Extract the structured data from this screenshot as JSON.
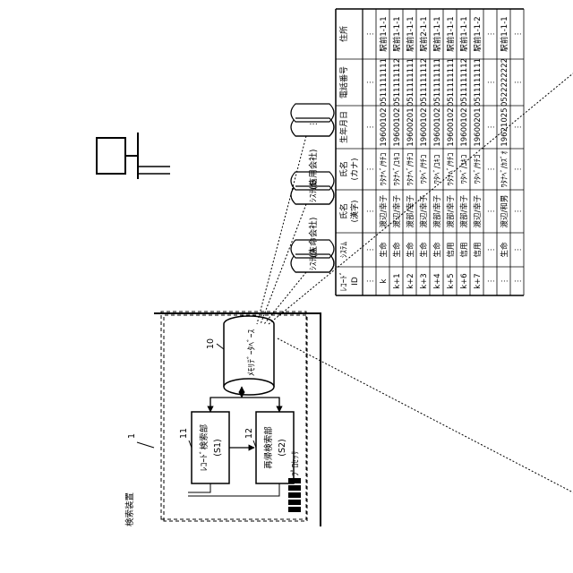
{
  "device": {
    "label": "検索装置",
    "ref": "1"
  },
  "memory_db": {
    "label": "ﾒﾓﾘﾃﾞｰﾀﾍﾞｰｽ",
    "ref": "10"
  },
  "record_search": {
    "line1": "ﾚｺｰﾄﾞ検索部",
    "line2": "(S1)",
    "ref": "11"
  },
  "re_search": {
    "line1": "再帰検索部",
    "line2": "(S2)",
    "ref": "12"
  },
  "processor": {
    "label": "ﾌﾟﾛｾｯｻ"
  },
  "systems": [
    {
      "line1": "ｼｽﾃﾑA",
      "line2": "(生命会社)"
    },
    {
      "line1": "ｼｽﾃﾑB",
      "line2": "(信用会社)"
    },
    {
      "line1": "⋮",
      "line2": ""
    }
  ],
  "table": {
    "headers": [
      {
        "line1": "ﾚｺｰﾄﾞ",
        "line2": "ID"
      },
      {
        "line1": "ｼｽﾃﾑ",
        "line2": ""
      },
      {
        "line1": "氏名",
        "line2": "(漢字)"
      },
      {
        "line1": "氏名",
        "line2": "(カナ)"
      },
      {
        "line1": "生年月日",
        "line2": ""
      },
      {
        "line1": "電話番号",
        "line2": ""
      },
      {
        "line1": "住所",
        "line2": ""
      }
    ],
    "rows": [
      [
        "⋮",
        "⋮",
        "⋮",
        "⋮",
        "⋮",
        "⋮",
        "⋮"
      ],
      [
        "k",
        "生命",
        "渡辺/幸子",
        "ﾜﾀﾅﾍﾞ/ｻﾁｺ",
        "19600102",
        "0511111111",
        "駅前1-1-1"
      ],
      [
        "k+1",
        "生命",
        "渡辺/幸子",
        "ﾜﾀﾅﾍﾞ/ﾕｷｺ",
        "19600102",
        "0511111112",
        "駅前1-1-1"
      ],
      [
        "k+2",
        "生命",
        "渡部/幸子",
        "ﾜﾀﾅﾍﾞ/ｻﾁｺ",
        "19600201",
        "0511111111",
        "駅前1-1-1"
      ],
      [
        "k+3",
        "生命",
        "渡辺/幸子",
        "ﾜﾀﾍﾞ/ｻﾁｺ",
        "19600102",
        "0511111112",
        "駅前2-1-1"
      ],
      [
        "k+4",
        "生命",
        "渡部/幸子",
        "ﾜﾀﾍﾞ/ﾕｷｺ",
        "19600102",
        "0511111111",
        "駅前1-1-1"
      ],
      [
        "k+5",
        "信用",
        "渡部/幸子",
        "ﾜﾀﾅﾍﾞ/ｻﾁｺ",
        "19600102",
        "0511111111",
        "駅前1-1-1"
      ],
      [
        "k+6",
        "信用",
        "渡部/幸子",
        "ﾜﾀﾍﾞ/ﾕｷｺ",
        "19600102",
        "0511111112",
        "駅前1-1-1"
      ],
      [
        "k+7",
        "信用",
        "渡辺/幸子",
        "ﾜﾀﾍﾞ/ｻﾁｺ",
        "19600201",
        "0511111111",
        "駅前1-1-2"
      ],
      [
        "⋮",
        "⋮",
        "⋮",
        "⋮",
        "⋮",
        "⋮",
        "⋮"
      ],
      [
        "⋮",
        "生命",
        "渡辺/和男",
        "ﾜﾀﾅﾍﾞ/ｶｽﾞｵ",
        "19621025",
        "0522222222",
        "駅前1-1-1"
      ],
      [
        "⋮",
        "⋮",
        "⋮",
        "⋮",
        "⋮",
        "⋮",
        "⋮"
      ]
    ]
  }
}
